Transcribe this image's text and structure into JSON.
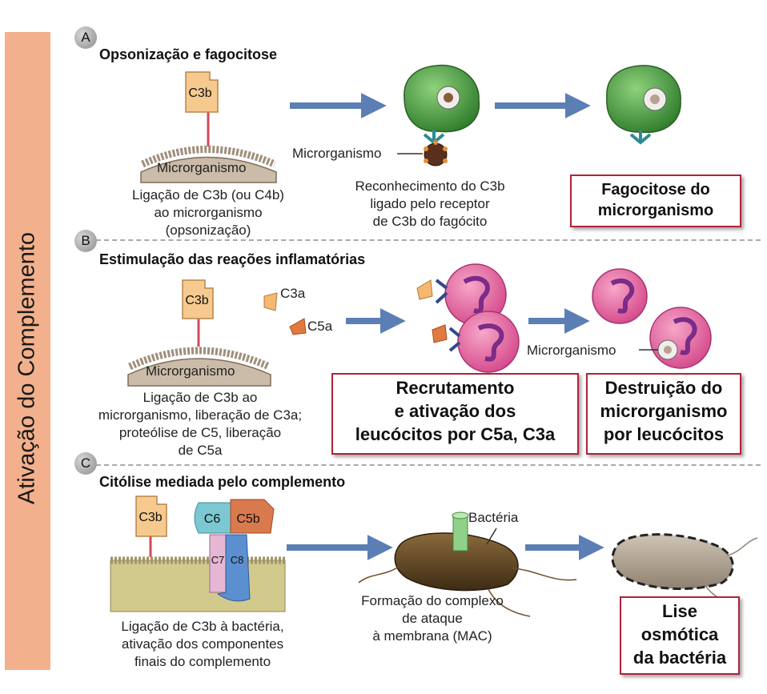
{
  "sidebar": {
    "label": "Ativação do Complemento"
  },
  "panels": {
    "a": {
      "letter": "A",
      "title": "Opsonização e fagocitose",
      "c3b": "C3b",
      "microbe": "Microrganismo",
      "caption": [
        "Ligação de C3b (ou C4b)",
        "ao microrganismo",
        "(opsonização)"
      ],
      "microbe_label": "Microrganismo",
      "recognition": [
        "Reconhecimento do C3b",
        "ligado pelo receptor",
        "de C3b do fagócito"
      ],
      "result_box": [
        "Fagocitose do",
        "microrganismo"
      ]
    },
    "b": {
      "letter": "B",
      "title": "Estimulação das reações inflamatórias",
      "c3b": "C3b",
      "c3a": "C3a",
      "c5a": "C5a",
      "microbe": "Microrganismo",
      "caption": [
        "Ligação de C3b ao",
        "microrganismo, liberação de C3a;",
        "proteólise de C5, liberação",
        "de C5a"
      ],
      "microbe_label": "Microrganismo",
      "box1": [
        "Recrutamento",
        "e ativação dos",
        "leucócitos por C5a, C3a"
      ],
      "box2": [
        "Destruição do",
        "microrganismo",
        "por leucócitos"
      ]
    },
    "c": {
      "letter": "C",
      "title": "Citólise mediada pelo complemento",
      "c3b": "C3b",
      "c6": "C6",
      "c5b": "C5b",
      "c7": "C7",
      "c8": "C8",
      "bacteria_label": "Bactéria",
      "caption": [
        "Ligação de C3b à bactéria,",
        "ativação dos componentes",
        "finais do complemento"
      ],
      "mac_caption": [
        "Formação do complexo",
        "de ataque",
        "à membrana (MAC)"
      ],
      "result_box": [
        "Lise",
        "osmótica",
        "da bactéria"
      ]
    }
  },
  "colors": {
    "sidebar": "#f3b08c",
    "box_border": "#b0223a",
    "arrow": "#5b7fb5",
    "c3b_fill": "#f6c98f",
    "microbe_fill": "#c9b8a6",
    "phagocyte": "#56a64a",
    "neutrophil": "#e86fa0",
    "bacteria": "#6b4e2a"
  }
}
